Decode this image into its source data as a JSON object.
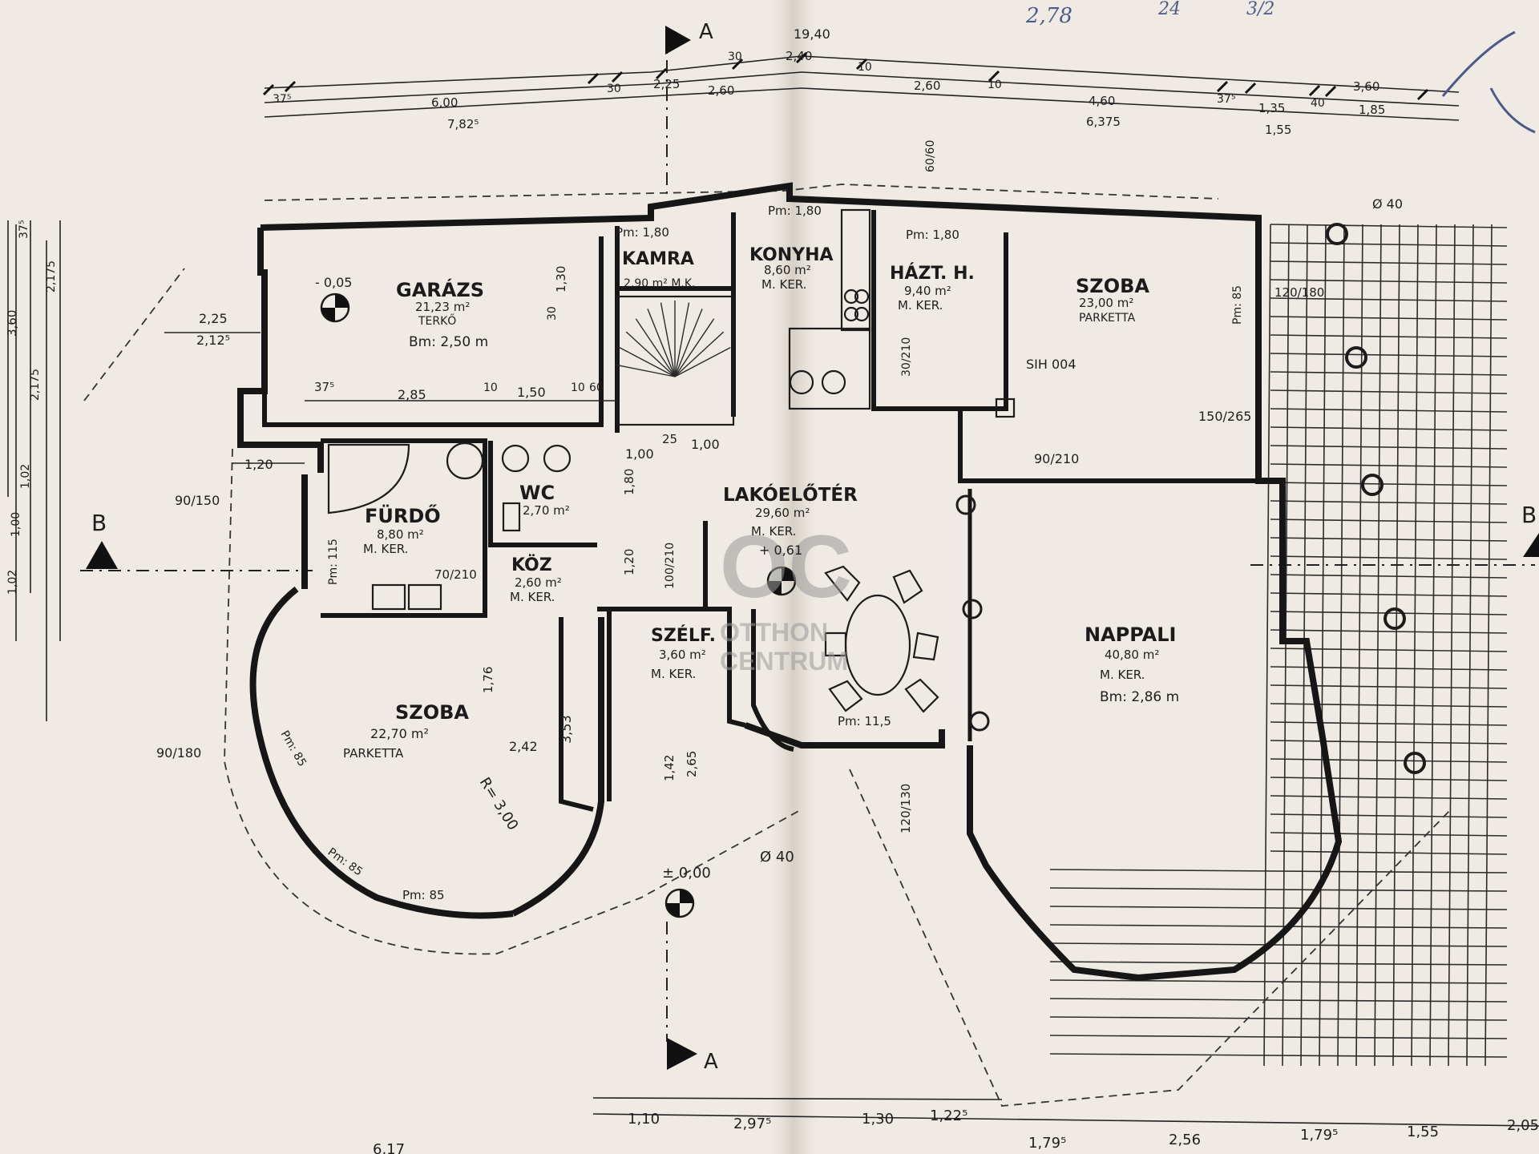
{
  "rooms": {
    "garage": {
      "name": "GARÁZS",
      "area": "21,23 m²",
      "floor": "TERKŐ",
      "extra": "Bm: 2,50 m"
    },
    "pantry": {
      "name": "KAMRA",
      "area": "2,90 m² M.K."
    },
    "kitchen": {
      "name": "KONYHA",
      "area": "8,60 m²",
      "floor": "M. KER."
    },
    "utility": {
      "name": "HÁZT. H.",
      "area": "9,40 m²",
      "floor": "M. KER."
    },
    "room_ne": {
      "name": "SZOBA",
      "area": "23,00 m²",
      "floor": "PARKETTA"
    },
    "bath": {
      "name": "FÜRDŐ",
      "area": "8,80 m²",
      "floor": "M. KER."
    },
    "wc": {
      "name": "WC",
      "area": "2,70 m²"
    },
    "hall": {
      "name": "LAKÓELŐTÉR",
      "area": "29,60 m²",
      "floor": "M. KER.",
      "level": "+ 0,61"
    },
    "corridor": {
      "name": "KÖZ",
      "area": "2,60 m²",
      "floor": "M. KER."
    },
    "lobby": {
      "name": "SZÉLF.",
      "area": "3,60 m²",
      "floor": "M. KER."
    },
    "room_sw": {
      "name": "SZOBA",
      "area": "22,70 m²",
      "floor": "PARKETTA"
    },
    "living": {
      "name": "NAPPALI",
      "area": "40,80 m²",
      "floor": "M. KER.",
      "extra": "Bm: 2,86 m"
    }
  },
  "levels": {
    "garage": "- 0,05",
    "entrance": "± 0,00"
  },
  "sections": {
    "a": "A",
    "b": "B"
  },
  "annotations": {
    "chimney": "SIH 004",
    "column_dia": "Ø 40",
    "radius": "R= 3,00",
    "dia_bottom": "Ø 40"
  },
  "dims_top1": [
    "37⁵",
    "6,00",
    "30",
    "2,25",
    "30",
    "2,40",
    "10",
    "2,60",
    "10",
    "4,60",
    "37⁵",
    "1,35",
    "40",
    "1,85"
  ],
  "dims_top2": [
    "7,82⁵",
    "2,60",
    "6,375",
    "1,55"
  ],
  "dims_top_misc": [
    "19,40",
    "3,60"
  ],
  "dims_left": [
    "37⁵",
    "2,175",
    "3,60",
    "2,175",
    "1,02",
    "1,00",
    "1,02"
  ],
  "dims_bottom": [
    "1,10",
    "2,97⁵",
    "1,30",
    "1,22⁵",
    "1,79⁵",
    "2,56",
    "1,79⁵",
    "1,55",
    "2,05",
    "6,17"
  ],
  "openings": {
    "pm180a": "Pm: 1,80",
    "pm180b": "Pm: 1,80",
    "pm180c": "Pm: 1,80",
    "pm85a": "Pm: 85",
    "pm85b": "Pm: 85",
    "pm85c": "Pm: 85",
    "pm85d": "Pm: 85",
    "pm115": "Pm: 115",
    "pm115b": "Pm: 11,5",
    "d70_210": "70/210",
    "d90_210": "90/210",
    "d150_265": "150/265",
    "d90_150": "90/150",
    "d90_180": "90/180",
    "d120_180": "120/180",
    "d100_210": "100/210",
    "d30_210": "30/210",
    "d60_60": "60/60",
    "d120_130": "120/130"
  },
  "interior_dims": [
    "2,25",
    "2,12⁵",
    "37⁵",
    "2,85",
    "10",
    "1,50",
    "10",
    "60",
    "1,20",
    "1,00",
    "25",
    "1,00",
    "1,80",
    "1,20",
    "1,76",
    "2,42",
    "3,53",
    "1,42",
    "2,65",
    "1,30",
    "30"
  ],
  "watermark": {
    "logo": "OC",
    "line1": "OTTHON",
    "line2": "CENTRUM"
  },
  "handwritten": [
    "2,78",
    "24",
    "3/2"
  ],
  "colors": {
    "paper": "#efebe4",
    "ink": "#161616",
    "pen": "#4c5a86",
    "watermark": "#9a9a9a"
  }
}
